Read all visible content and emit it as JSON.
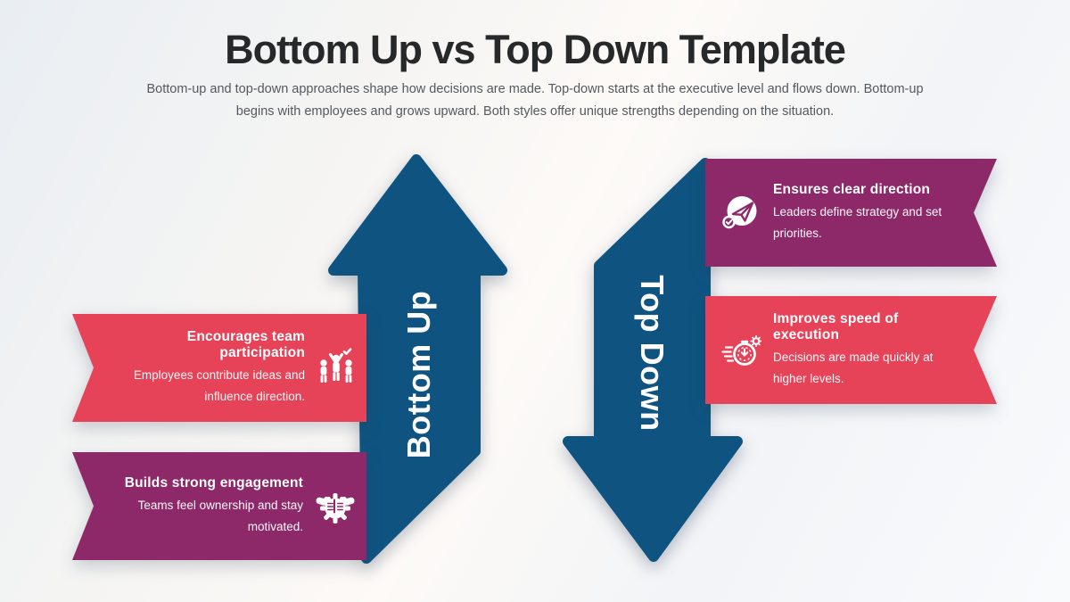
{
  "page": {
    "title": "Bottom Up vs Top Down Template",
    "subtitle": "Bottom-up and top-down approaches shape how decisions are made. Top-down starts at the executive level and flows down. Bottom-up begins with employees and grows upward. Both styles offer unique strengths depending on the situation."
  },
  "colors": {
    "arrow_blue": "#0f5480",
    "red": "#e64258",
    "purple": "#8e2969",
    "title_text": "#26282a",
    "subtitle_text": "#54595f",
    "ribbon_text": "#ffffff"
  },
  "bottom_up": {
    "arrow_label": "Bottom Up",
    "items": [
      {
        "title": "Encourages team participation",
        "description": "Employees contribute ideas and influence direction.",
        "icon": "team-participation-icon",
        "color": "#e64258"
      },
      {
        "title": "Builds strong engagement",
        "description": "Teams feel ownership and stay motivated.",
        "icon": "handshake-gear-icon",
        "color": "#8e2969"
      }
    ]
  },
  "top_down": {
    "arrow_label": "Top Down",
    "items": [
      {
        "title": "Ensures clear direction",
        "description": "Leaders define strategy and set priorities.",
        "icon": "paper-plane-check-icon",
        "color": "#8e2969"
      },
      {
        "title": "Improves speed of execution",
        "description": "Decisions are made quickly at higher levels.",
        "icon": "speed-stopwatch-icon",
        "color": "#e64258"
      }
    ]
  }
}
